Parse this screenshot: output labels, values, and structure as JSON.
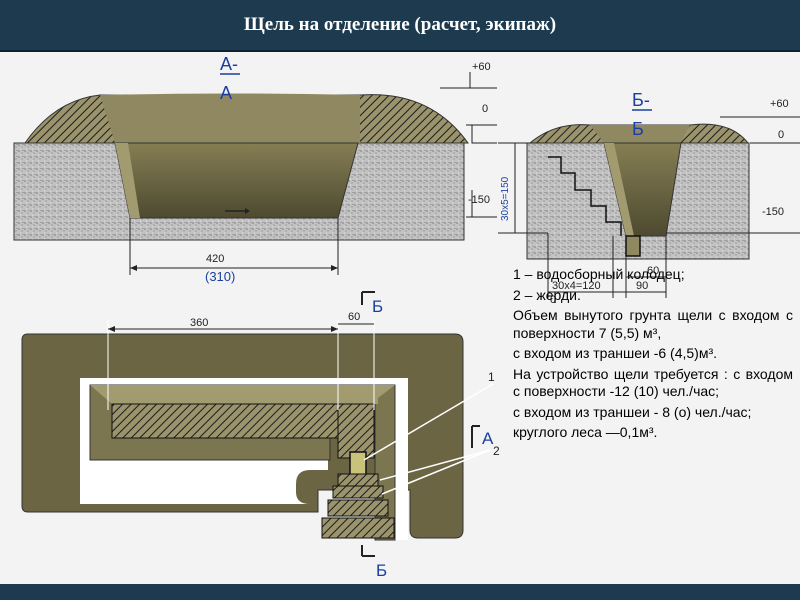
{
  "title": "Щель на отделение (расчет, экипаж)",
  "section_aa": {
    "label_top": "А-",
    "label_bottom": "А",
    "mark_plus60": "+60",
    "mark_0": "0",
    "mark_minus150": "-150",
    "dim_width": "420",
    "dim_width_alt": "(310)"
  },
  "section_bb": {
    "label_top": "Б-",
    "label_bottom": "Б",
    "mark_plus60": "+60",
    "mark_0": "0",
    "mark_minus150": "-150",
    "dim_vertical": "30х5=150",
    "dim_steps": "30х4=120",
    "dim_60": "60",
    "dim_90": "90",
    "dim_zero": "0"
  },
  "plan": {
    "dim_360": "360",
    "dim_60": "60",
    "cut_b_top": "Б",
    "cut_b_bottom": "Б",
    "cut_a": "А",
    "callout_1": "1",
    "callout_2": "2"
  },
  "legend": {
    "item1": "1 – водосборный колодец;",
    "item2": "2 – жерди.",
    "volume_head": "Объем вынутого грунта щели с входом с поверхности 7 (5,5) м³,",
    "volume_trench": "с входом из траншеи -6 (4,5)м³.",
    "labor_head": "На устройство щели требуется : с входом с поверхности -12 (10) чел./час;",
    "labor_trench": "с входом из траншеи - 8 (о) чел./час;",
    "timber": "круглого леса —0,1м³."
  },
  "colors": {
    "background": "#1e3a4e",
    "canvas": "#f3f3f3",
    "trench_fill": "#6b6544",
    "soil": "#b8b8b8",
    "hatch": "#8a8460"
  }
}
